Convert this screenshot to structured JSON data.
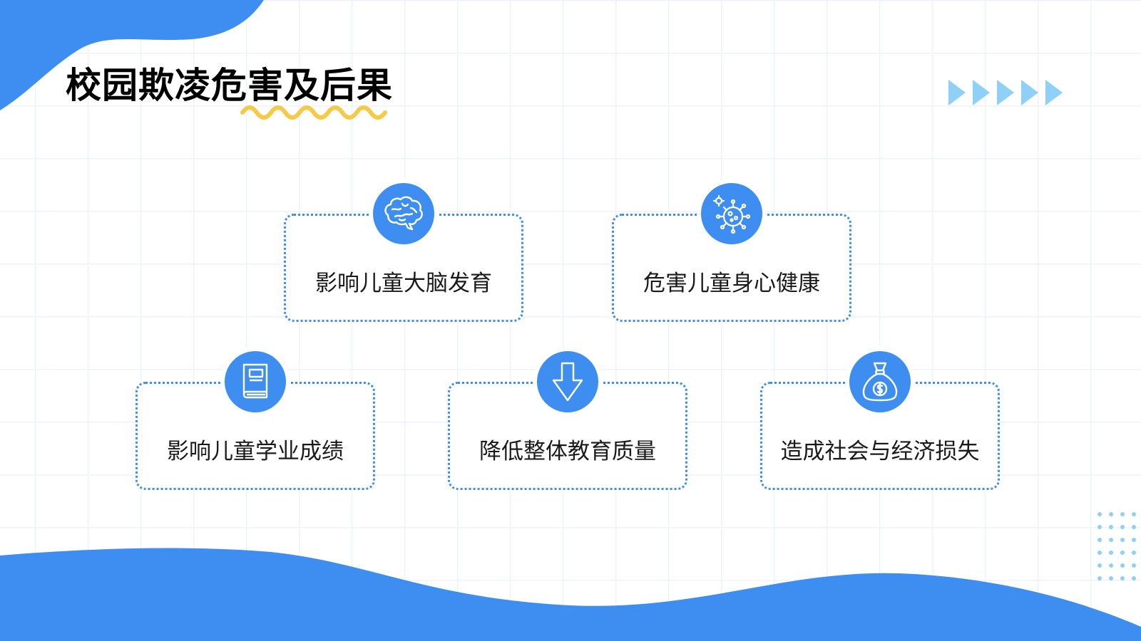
{
  "slide": {
    "title": "校园欺凌危害及后果"
  },
  "theme": {
    "accent": "#3d8ef0",
    "wave_underline": "#f7c948",
    "grid": "#eef3fb"
  },
  "cards": [
    {
      "label": "影响儿童大脑发育",
      "icon": "brain-icon"
    },
    {
      "label": "危害儿童身心健康",
      "icon": "virus-icon"
    },
    {
      "label": "影响儿童学业成绩",
      "icon": "book-icon"
    },
    {
      "label": "降低整体教育质量",
      "icon": "arrow-down-icon"
    },
    {
      "label": "造成社会与经济损失",
      "icon": "money-bag-icon"
    }
  ]
}
